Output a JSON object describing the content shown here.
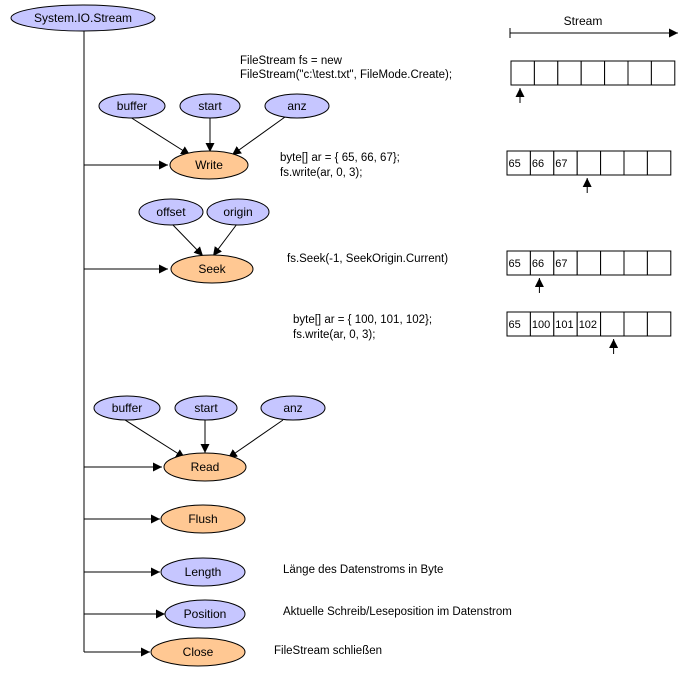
{
  "root": {
    "label": "System.IO.Stream"
  },
  "stream_header": {
    "label": "Stream"
  },
  "write": {
    "method": "Write",
    "params": [
      "buffer",
      "start",
      "anz"
    ],
    "code": [
      "byte[] ar = { 65, 66, 67};",
      "fs.write(ar, 0, 3);"
    ]
  },
  "seek": {
    "method": "Seek",
    "params": [
      "offset",
      "origin"
    ],
    "code": [
      "fs.Seek(-1, SeekOrigin.Current)"
    ]
  },
  "overwrite": {
    "code": [
      "byte[] ar = { 100, 101, 102};",
      "fs.write(ar, 0, 3);"
    ]
  },
  "read": {
    "method": "Read",
    "params": [
      "buffer",
      "start",
      "anz"
    ]
  },
  "flush": {
    "method": "Flush"
  },
  "length": {
    "method": "Length",
    "description": "Länge des Datenstroms in Byte"
  },
  "position": {
    "method": "Position",
    "description": "Aktuelle Schreib/Leseposition im Datenstrom"
  },
  "close": {
    "method": "Close",
    "description": "FileStream schließen"
  },
  "create_code": [
    "FileStream fs = new",
    "FileStream(\"c:\\test.txt\", FileMode.Create);"
  ],
  "stream_states": [
    {
      "cells": [
        "",
        "",
        "",
        "",
        "",
        "",
        ""
      ],
      "pointer_index": 0
    },
    {
      "cells": [
        "65",
        "66",
        "67",
        "",
        "",
        "",
        ""
      ],
      "pointer_index": 3
    },
    {
      "cells": [
        "65",
        "66",
        "67",
        "",
        "",
        "",
        ""
      ],
      "pointer_index": 1
    },
    {
      "cells": [
        "65",
        "100",
        "101",
        "102",
        "",
        "",
        ""
      ],
      "pointer_index": 4
    }
  ],
  "colors": {
    "param_fill": "#c6c6ff",
    "method_fill": "#ffc893",
    "line": "#000000"
  }
}
